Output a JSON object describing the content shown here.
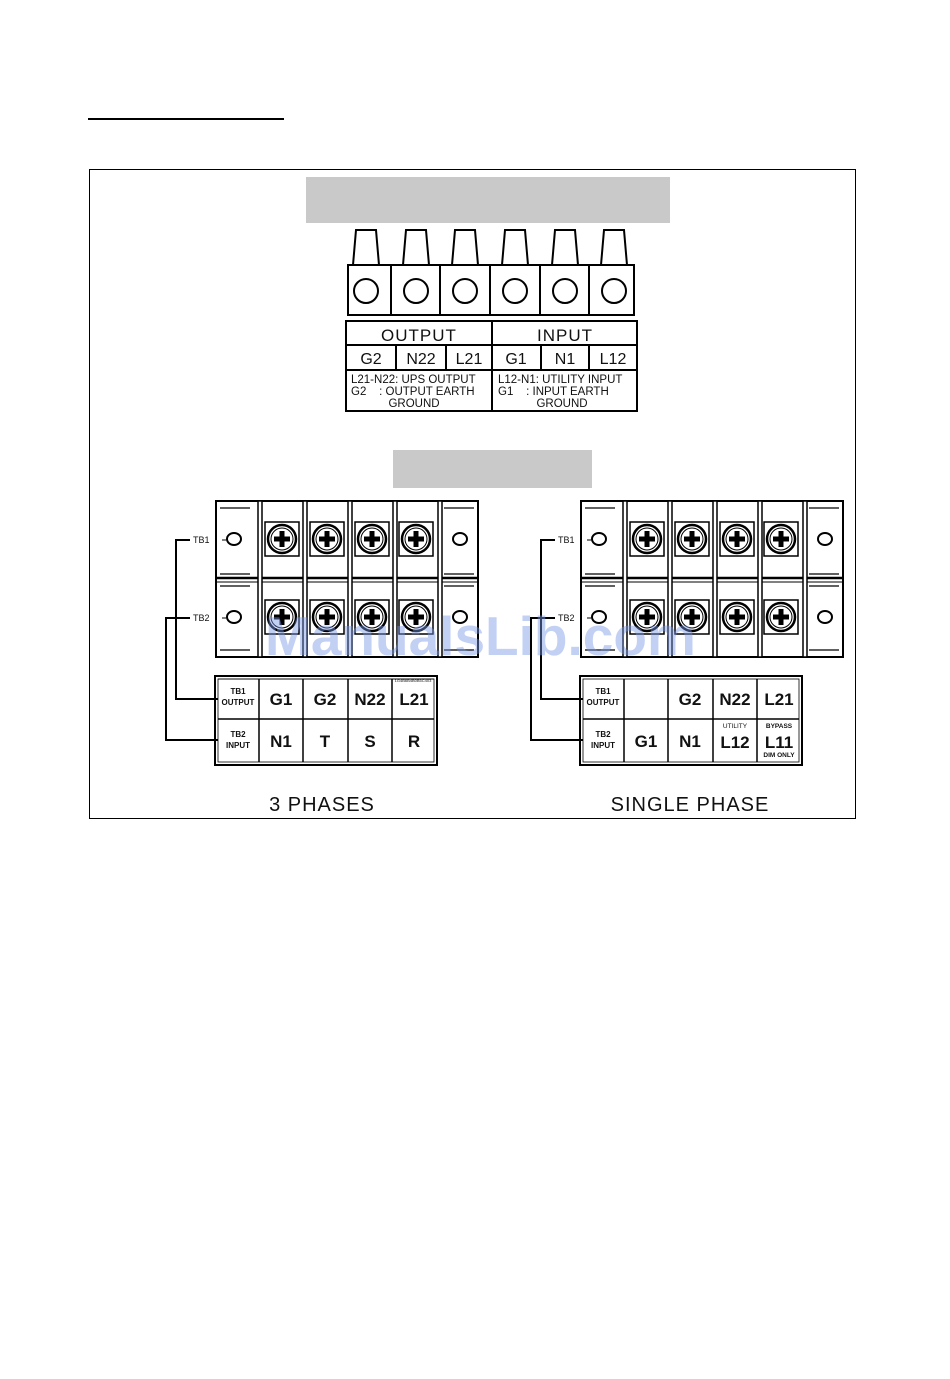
{
  "top_block": {
    "headers": [
      "OUTPUT",
      "INPUT"
    ],
    "terminals": [
      "G2",
      "N22",
      "L21",
      "G1",
      "N1",
      "L12"
    ],
    "output_notes": [
      "L21-N22: UPS OUTPUT",
      "G2    : OUTPUT EARTH",
      "GROUND"
    ],
    "input_notes": [
      "L12-N1: UTILITY INPUT",
      "G1    : INPUT EARTH",
      "GROUND"
    ]
  },
  "three_phase": {
    "tb1_tag": "TB1",
    "tb2_tag": "TB2",
    "row1_label": [
      "TB1",
      "OUTPUT"
    ],
    "row2_label": [
      "TB2",
      "INPUT"
    ],
    "row1": [
      "G1",
      "G2",
      "N22",
      "L21"
    ],
    "row2": [
      "N1",
      "T",
      "S",
      "R"
    ],
    "tiny_code": "1G4B6B4B0B5C403",
    "caption": "3 PHASES"
  },
  "single_phase": {
    "tb1_tag": "TB1",
    "tb2_tag": "TB2",
    "row1_label": [
      "TB1",
      "OUTPUT"
    ],
    "row2_label": [
      "TB2",
      "INPUT"
    ],
    "row1": [
      "",
      "G2",
      "N22",
      "L21"
    ],
    "row2": [
      "G1",
      "N1",
      "L12",
      "L11"
    ],
    "utility_note": "UTILITY",
    "bypass_note": "BYPASS",
    "dim_note": "DIM ONLY",
    "caption": "SINGLE PHASE"
  },
  "watermark": "ManualsLib.com"
}
